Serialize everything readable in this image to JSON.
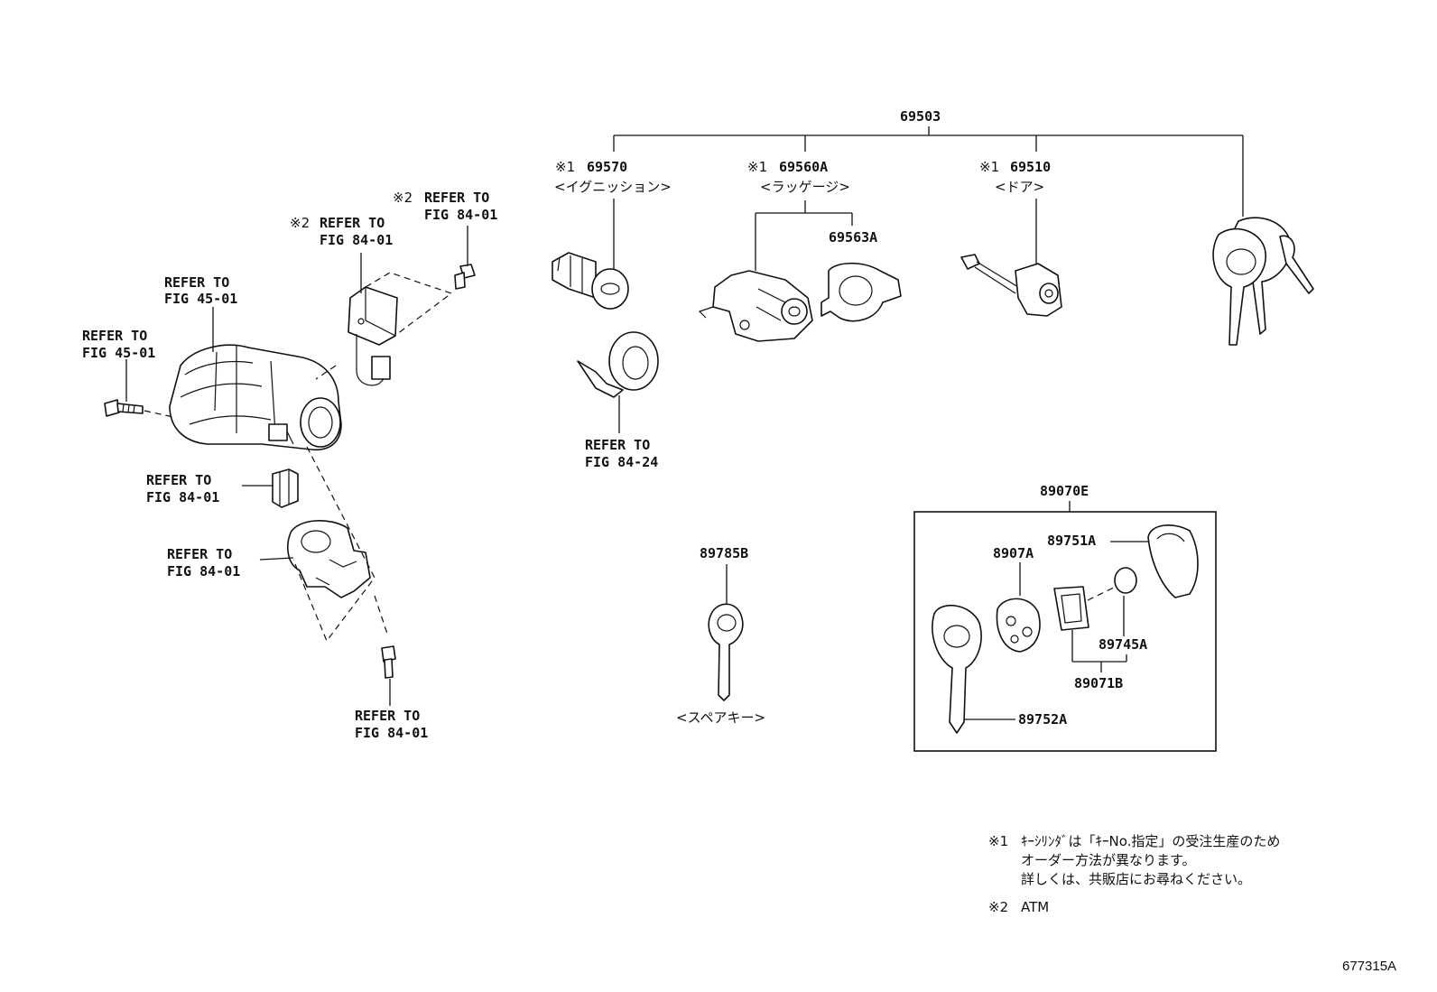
{
  "part_numbers": {
    "key_set": "69503",
    "ignition_cylinder": "69570",
    "luggage_cylinder": "69560A",
    "luggage_bracket": "69563A",
    "door_cylinder": "69510",
    "transmitter_assy": "89070E",
    "spare_key": "89785B",
    "case_cover": "89751A",
    "transmitter_pad": "8907A",
    "battery": "89745A",
    "transmitter_board": "89071B",
    "key_blade": "89752A"
  },
  "marks": {
    "note1": "※1",
    "note2": "※2"
  },
  "captions": {
    "ignition": "<イグニッション>",
    "luggage": "<ラッゲージ>",
    "door": "<ドア>",
    "spare_key": "<スペアキー>"
  },
  "refer": {
    "line1": "REFER TO",
    "fig_84_01": "FIG 84-01",
    "fig_45_01": "FIG 45-01",
    "fig_84_24": "FIG 84-24"
  },
  "notes": {
    "note1_mark": "※1",
    "note1_line1": "ｷｰｼﾘﾝﾀﾞは「ｷｰNo.指定」の受注生産のため",
    "note1_line2": "オーダー方法が異なります。",
    "note1_line3": "詳しくは、共販店にお尋ねください。",
    "note2_mark": "※2",
    "note2_text": "ATM"
  },
  "figure_id": "677315A"
}
